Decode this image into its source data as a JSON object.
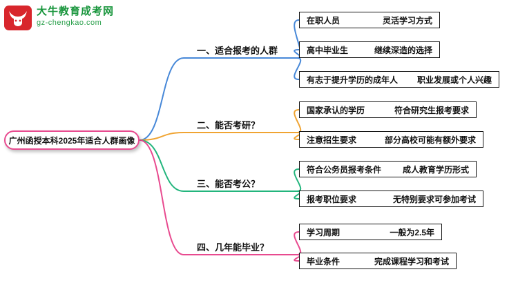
{
  "logo": {
    "site_name": "大牛教育成考网",
    "site_url": "gz-chengkao.com",
    "icon": "bull-icon",
    "icon_bg_color": "#d8262c",
    "text_color": "#18953c"
  },
  "central": {
    "title": "广州函授本科2025年适合人群画像",
    "border_color": "#e84a8f"
  },
  "branches": [
    {
      "label": "一、适合报考的人群",
      "color": "#4788d8",
      "children": [
        {
          "label": "在职人员",
          "value": "灵活学习方式"
        },
        {
          "label": "高中毕业生",
          "value": "继续深造的选择"
        },
        {
          "label": "有志于提升学历的成年人",
          "value": "职业发展或个人兴趣"
        }
      ]
    },
    {
      "label": "二、能否考研？",
      "color": "#f0a432",
      "children": [
        {
          "label": "国家承认的学历",
          "value": "符合研究生报考要求"
        },
        {
          "label": "注意招生要求",
          "value": "部分高校可能有额外要求"
        }
      ]
    },
    {
      "label": "三、能否考公？",
      "color": "#23b57d",
      "children": [
        {
          "label": "符合公务员报考条件",
          "value": "成人教育学历形式"
        },
        {
          "label": "报考职位要求",
          "value": "无特别要求可参加考试"
        }
      ]
    },
    {
      "label": "四、几年能毕业？",
      "color": "#e84a8f",
      "children": [
        {
          "label": "学习周期",
          "value": "一般为2.5年"
        },
        {
          "label": "毕业条件",
          "value": "完成课程学习和考试"
        }
      ]
    }
  ]
}
